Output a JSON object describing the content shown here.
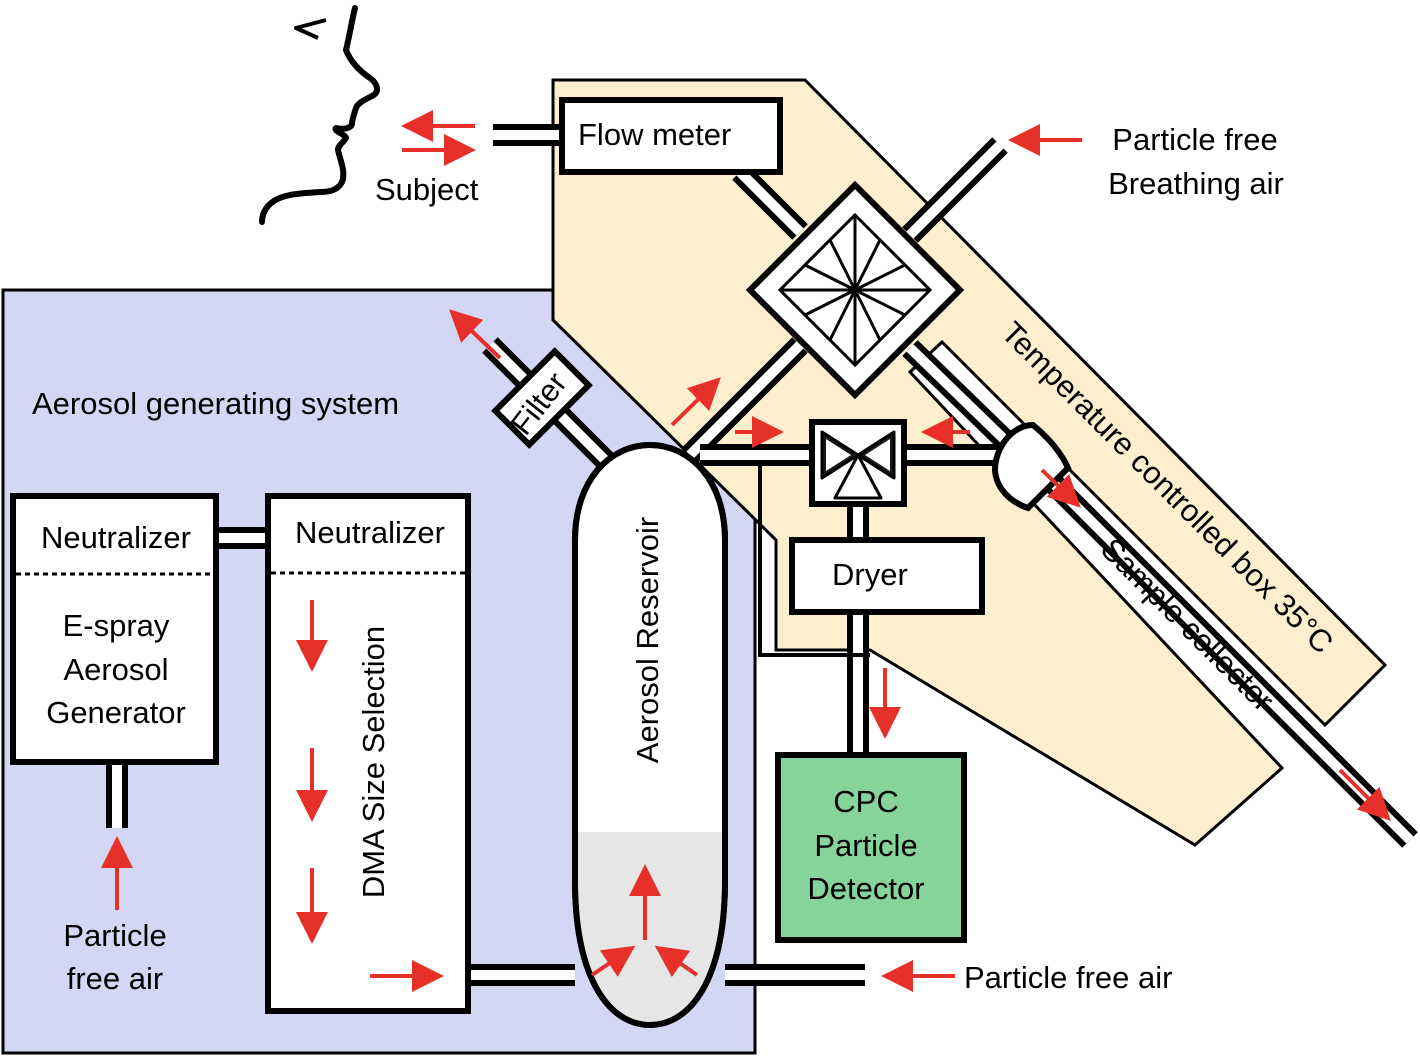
{
  "labels": {
    "subject": "Subject",
    "flow_meter": "Flow meter",
    "breathing_air_line1": "Particle free",
    "breathing_air_line2": "Breathing air",
    "aerosol_system": "Aerosol generating system",
    "filter": "Filter",
    "neutralizer_left": "Neutralizer",
    "neutralizer_right": "Neutralizer",
    "espray_line1": "E-spray",
    "espray_line2": "Aerosol",
    "espray_line3": "Generator",
    "dma": "DMA Size Selection",
    "reservoir": "Aerosol Reservoir",
    "dryer": "Dryer",
    "cpc_line1": "CPC",
    "cpc_line2": "Particle",
    "cpc_line3": "Detector",
    "temp_box": "Temperature controlled box 35°C",
    "sample_collector": "Sample collector",
    "particle_free_air_bottom_line1": "Particle",
    "particle_free_air_bottom_line2": "free air",
    "particle_free_air_right": "Particle free air"
  },
  "colors": {
    "aerosol_region": "#d3d7f4",
    "temp_region": "#fdeece",
    "cpc_fill": "#86d49b",
    "reservoir_liquid": "#e6e6e6",
    "arrow": "#e8302a"
  }
}
